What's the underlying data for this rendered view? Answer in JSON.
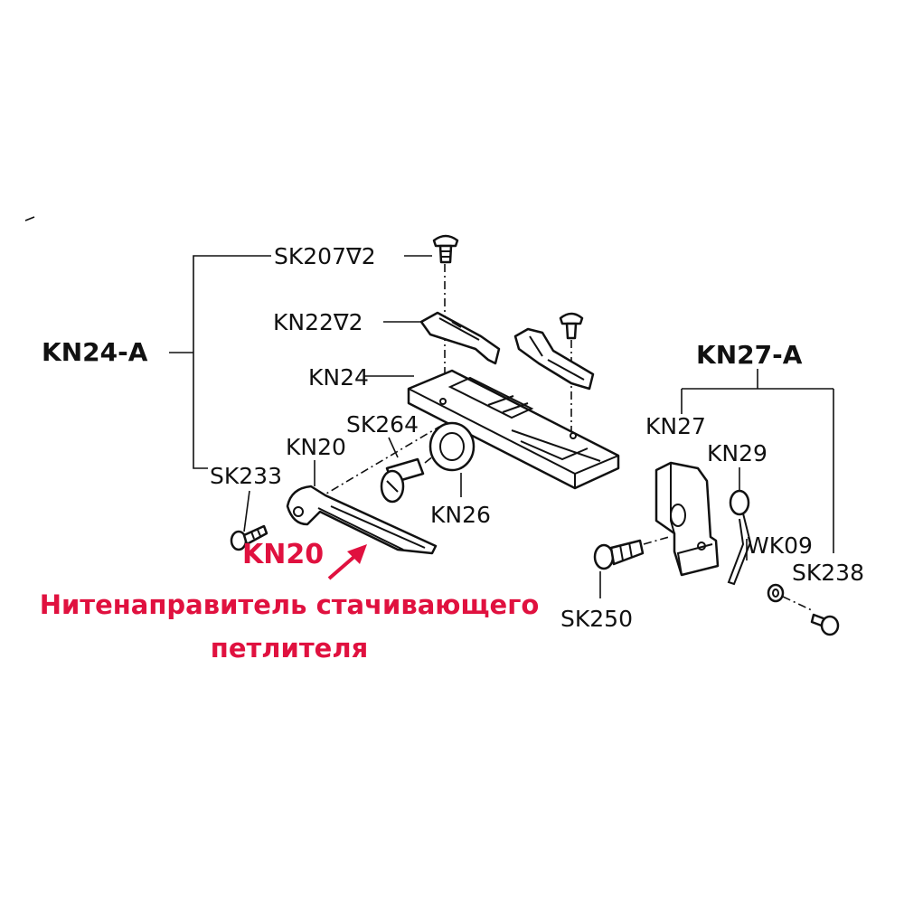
{
  "groups": {
    "kn24a": "KN24-A",
    "kn27a": "KN27-A"
  },
  "labels": {
    "sk207": "SK207∇2",
    "kn22": "KN22∇2",
    "kn24": "KN24",
    "sk264": "SK264",
    "kn20": "KN20",
    "sk233": "SK233",
    "kn26": "KN26",
    "kn27": "KN27",
    "kn29": "KN29",
    "wk09": "WK09",
    "sk238": "SK238",
    "sk250": "SK250"
  },
  "callout": {
    "code": "KN20",
    "description": "Нитенаправитель стачивающего петлителя"
  },
  "colors": {
    "line": "#111111",
    "callout": "#e0113f"
  }
}
